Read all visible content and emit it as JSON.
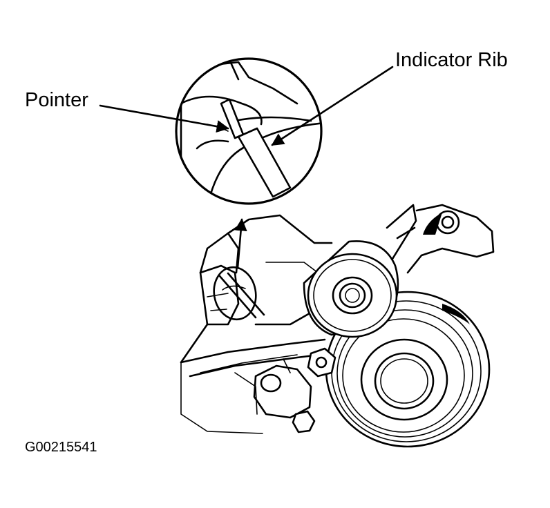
{
  "labels": {
    "indicator_rib": "Indicator Rib",
    "pointer": "Pointer",
    "figure_code": "G00215541"
  },
  "colors": {
    "line": "#000000",
    "background": "#ffffff"
  }
}
